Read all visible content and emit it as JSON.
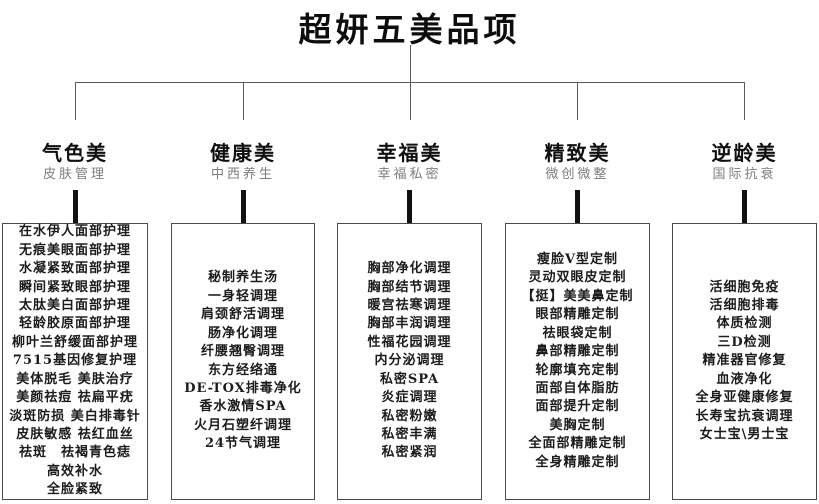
{
  "title": "超妍五美品项",
  "colors": {
    "background": "#ffffff",
    "text": "#1c1c1c",
    "subtitle_text": "#7d7d7d",
    "connector_line": "#5a5a5a",
    "box_border": "#4a4a4a",
    "tick": "#111111"
  },
  "columns": [
    {
      "name": "气色美",
      "subtitle": "皮肤管理",
      "items": [
        "在水伊人面部护理",
        "无痕美眼面部护理",
        "水凝紧致面部护理",
        "瞬间紧致眼部护理",
        "太肽美白面部护理",
        "轻龄胶原面部护理",
        "柳叶兰舒缓面部护理",
        "7515基因修复护理",
        "美体脱毛 美肤治疗",
        "美颜祛痘 祛扁平疣",
        "淡斑防损 美白排毒针",
        "皮肤敏感 祛红血丝",
        "祛斑　祛褐青色痣",
        "高效补水",
        "全脸紧致"
      ]
    },
    {
      "name": "健康美",
      "subtitle": "中西养生",
      "items": [
        "秘制养生汤",
        "一身轻调理",
        "肩颈舒活调理",
        "肠净化调理",
        "纤腰翘臀调理",
        "东方经络通",
        "DE-TOX排毒净化",
        "香水激情SPA",
        "火月石塑纤调理",
        "24节气调理"
      ]
    },
    {
      "name": "幸福美",
      "subtitle": "幸福私密",
      "items": [
        "胸部净化调理",
        "胸部结节调理",
        "暖宫祛寒调理",
        "胸部丰润调理",
        "性福花园调理",
        "内分泌调理",
        "私密SPA",
        "炎症调理",
        "私密粉嫩",
        "私密丰满",
        "私密紧润"
      ]
    },
    {
      "name": "精致美",
      "subtitle": "微创微整",
      "items": [
        "瘦脸V型定制",
        "灵动双眼皮定制",
        "【挺】美美鼻定制",
        "眼部精雕定制",
        "祛眼袋定制",
        "鼻部精雕定制",
        "轮廓填充定制",
        "面部自体脂肪",
        "面部提升定制",
        "美胸定制",
        "全面部精雕定制",
        "全身精雕定制"
      ]
    },
    {
      "name": "逆龄美",
      "subtitle": "国际抗衰",
      "items": [
        "活细胞免疫",
        "活细胞排毒",
        "体质检测",
        "三D检测",
        "精准器官修复",
        "血液净化",
        "全身亚健康修复",
        "长寿宝抗衰调理",
        "女士宝\\男士宝"
      ]
    }
  ]
}
